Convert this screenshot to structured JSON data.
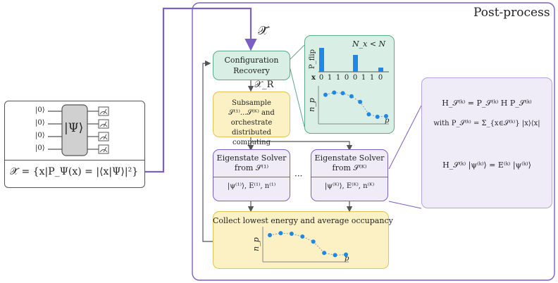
{
  "outer_title": "Post-process",
  "state_label": "|Ψ⟩",
  "kets": [
    "|0⟩",
    "|0⟩",
    "|0⟩",
    "|0⟩"
  ],
  "distribution_formula": "𝒳̃ = {x|P_Ψ(x) = |⟨x|Ψ⟩|²}",
  "x_tilde": "𝒳̃",
  "config_recovery": "Configuration Recovery",
  "x_r": "𝒳_R",
  "subsample": "Subsample 𝒮⁽¹⁾...𝒮⁽ᴷ⁾ and orchestrate distributed computing",
  "solver1_title": "Eigenstate Solver from 𝒮⁽¹⁾",
  "solver1_result": "|ψ⁽¹⁾⟩, E⁽¹⁾, n⁽¹⁾",
  "solverK_title": "Eigenstate Solver from 𝒮⁽ᴷ⁾",
  "solverK_result": "|ψ⁽ᴷ⁾⟩, E⁽ᴷ⁾, n⁽ᴷ⁾",
  "ellipsis": "···",
  "collect": "Collect lowest energy and average occupancy",
  "histogram": {
    "ylabel": "P_flip",
    "xlabel": "x",
    "x_bits": [
      "0",
      "1",
      "1",
      "0",
      "0",
      "1",
      "1",
      "0"
    ],
    "condition": "N_x < N",
    "bars": [
      0.85,
      0,
      0,
      0,
      0.6,
      0,
      0,
      0.15
    ],
    "bar_color": "#1e88e5"
  },
  "occupancy_plot": {
    "ylabel": "n_p",
    "xlabel": "p",
    "values": [
      0.85,
      0.92,
      0.9,
      0.8,
      0.62,
      0.22,
      0.14,
      0.16
    ],
    "point_color": "#1e88e5"
  },
  "equations": {
    "line1": "H_𝒮⁽ᵏ⁾ = P_𝒮⁽ᵏ⁾ H P_𝒮⁽ᵏ⁾",
    "line2": "with P_𝒮⁽ᵏ⁾ = Σ_{x∈𝒮⁽ᵏ⁾} |x⟩⟨x|",
    "line3": "H_𝒮⁽ᵏ⁾ |ψ⁽ᵏ⁾⟩ = E⁽ᵏ⁾ |ψ⁽ᵏ⁾⟩"
  },
  "colors": {
    "purple": "#7b5fc4",
    "purple_fill": "#efecf8",
    "teal_fill": "#d9efe6",
    "teal_border": "#5aa98b",
    "yellow_fill": "#fbf1c4",
    "yellow_border": "#e0c45a",
    "gray": "#555555"
  }
}
